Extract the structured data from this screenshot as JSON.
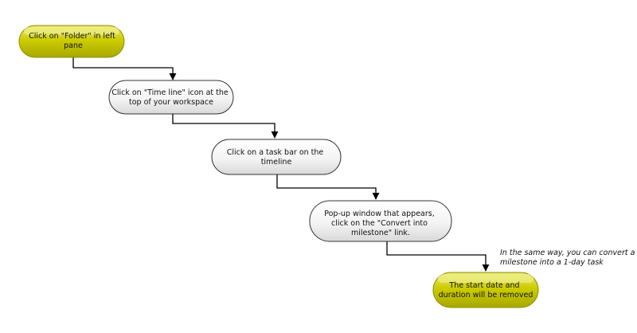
{
  "diagram": {
    "steps": [
      {
        "id": "start",
        "kind": "terminal",
        "lines": [
          "Click on \"Folder\" in left",
          "pane"
        ]
      },
      {
        "id": "step2",
        "kind": "process",
        "lines": [
          "Click on \"Time line\" icon at the",
          "top of your workspace"
        ]
      },
      {
        "id": "step3",
        "kind": "process",
        "lines": [
          "Click on a task bar on the",
          "timeline"
        ]
      },
      {
        "id": "step4",
        "kind": "process",
        "lines": [
          "Pop-up window that appears,",
          "click on the \"Convert into",
          "milestone\" link."
        ]
      },
      {
        "id": "end",
        "kind": "terminal",
        "lines": [
          "The start date and",
          "duration will be removed"
        ]
      }
    ],
    "note": {
      "lines": [
        "In the same way, you can convert a",
        "milestone into a 1-day task"
      ]
    },
    "colors": {
      "terminal_fill": "#c8c800",
      "terminal_light": "#e4e45a",
      "terminal_dark": "#a3a300",
      "process_fill": "#f7f7f7",
      "process_shade": "#d6d6d6",
      "outline": "#333333",
      "edge": "#000000"
    }
  }
}
